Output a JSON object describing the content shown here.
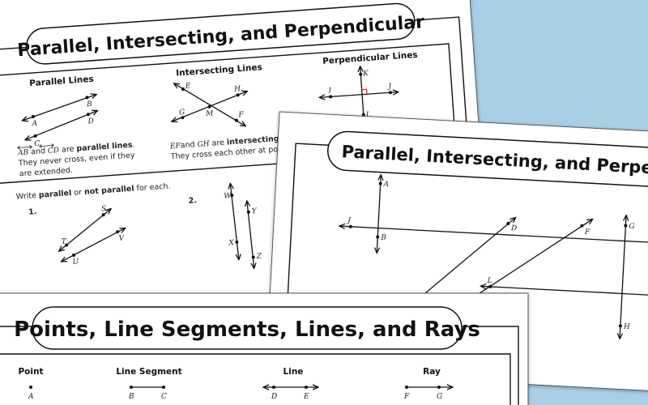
{
  "background_color": "#a9cfe7",
  "sheet_top": {
    "title": "Parallel, Intersecting, and Perpendicular",
    "parallel": {
      "heading": "Parallel Lines",
      "labels": [
        "A",
        "B",
        "C",
        "D"
      ],
      "desc": {
        "l1": "AB",
        "and": " and ",
        "l2": "CD",
        "are": " are ",
        "term": "parallel lines",
        "end": ".",
        "line2": "They never cross, even if they",
        "line3": "are extended."
      }
    },
    "intersecting": {
      "heading": "Intersecting Lines",
      "labels": [
        "E",
        "F",
        "G",
        "H",
        "M"
      ],
      "desc": {
        "l1": "EF",
        "and": "and ",
        "l2": "GH",
        "are": " are ",
        "term": "intersecting lines.",
        "line2": "They cross each other at point M."
      }
    },
    "perpendicular": {
      "heading": "Perpendicular Lines",
      "labels": [
        "I",
        "J",
        "K",
        "L"
      ],
      "right_angle_color": "#e0201c"
    },
    "exercise": {
      "prefix": "Write ",
      "w1": "parallel",
      "or": " or ",
      "w2": "not parallel",
      "suffix": " for each.",
      "items": [
        {
          "num": "1.",
          "labels": [
            "S",
            "T",
            "U",
            "V"
          ]
        },
        {
          "num": "2.",
          "labels": [
            "W",
            "X",
            "Y",
            "Z"
          ]
        }
      ]
    }
  },
  "sheet_middle": {
    "title": "Parallel, Intersecting, and Perpendicular",
    "labels": [
      "A",
      "B",
      "J",
      "D",
      "F",
      "L",
      "G",
      "H"
    ]
  },
  "sheet_bottom": {
    "title": "Points, Line Segments, Lines, and Rays",
    "columns": [
      {
        "heading": "Point",
        "labels": [
          "A"
        ]
      },
      {
        "heading": "Line Segment",
        "labels": [
          "B",
          "C"
        ]
      },
      {
        "heading": "Line",
        "labels": [
          "D",
          "E"
        ]
      },
      {
        "heading": "Ray",
        "labels": [
          "F",
          "G"
        ]
      }
    ]
  }
}
